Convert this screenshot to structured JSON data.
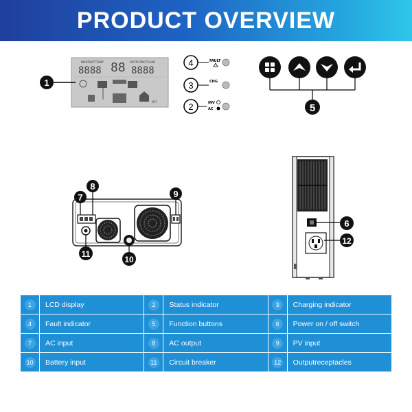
{
  "header": {
    "title": "PRODUCT OVERVIEW"
  },
  "lcd": {
    "left_label": "INPUTBATTTEMP",
    "right_label": "OUTPUTBATTLOAD"
  },
  "indicators": {
    "fault": {
      "label": "FAULT"
    },
    "chg": {
      "label": "CHG"
    },
    "inv": {
      "label": "INV"
    },
    "ac": {
      "label": "AC"
    }
  },
  "callouts": [
    "1",
    "2",
    "3",
    "4",
    "5",
    "6",
    "7",
    "8",
    "9",
    "10",
    "11",
    "12"
  ],
  "legend": {
    "rows": [
      [
        {
          "num": "1",
          "label": "LCD display"
        },
        {
          "num": "2",
          "label": "Status indicator"
        },
        {
          "num": "3",
          "label": "Charging indicator"
        }
      ],
      [
        {
          "num": "4",
          "label": "Fault indicator"
        },
        {
          "num": "5",
          "label": "Function buttons"
        },
        {
          "num": "6",
          "label": "Power on / off switch"
        }
      ],
      [
        {
          "num": "7",
          "label": "AC input"
        },
        {
          "num": "8",
          "label": "AC output"
        },
        {
          "num": "9",
          "label": "PV input"
        }
      ],
      [
        {
          "num": "10",
          "label": "Battery input"
        },
        {
          "num": "11",
          "label": " Circuit breaker"
        },
        {
          "num": "12",
          "label": "Outputreceptacles"
        }
      ]
    ]
  }
}
